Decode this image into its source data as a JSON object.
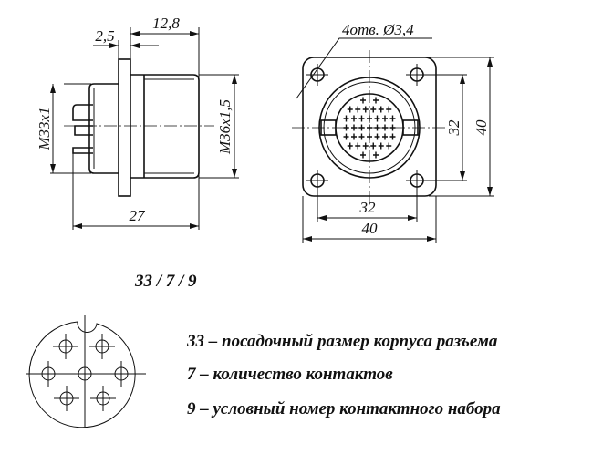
{
  "side_view": {
    "dim_flange": "2,5",
    "dim_front": "12,8",
    "dim_length": "27",
    "thread_rear": "M33x1",
    "thread_front": "M36x1,5"
  },
  "front_view": {
    "holes_note": "4отв. Ø3,4",
    "dim_hole_spacing_v": "32",
    "dim_size_v": "40",
    "dim_hole_spacing_h": "32",
    "dim_size_h": "40",
    "contact_rows": [
      2,
      6,
      7,
      7,
      7,
      6,
      2
    ]
  },
  "code": "33 / 7 / 9",
  "legend": [
    "33 – посадочный размер корпуса разъема",
    "7 – количество контактов",
    "9 – условный номер контактного набора"
  ]
}
